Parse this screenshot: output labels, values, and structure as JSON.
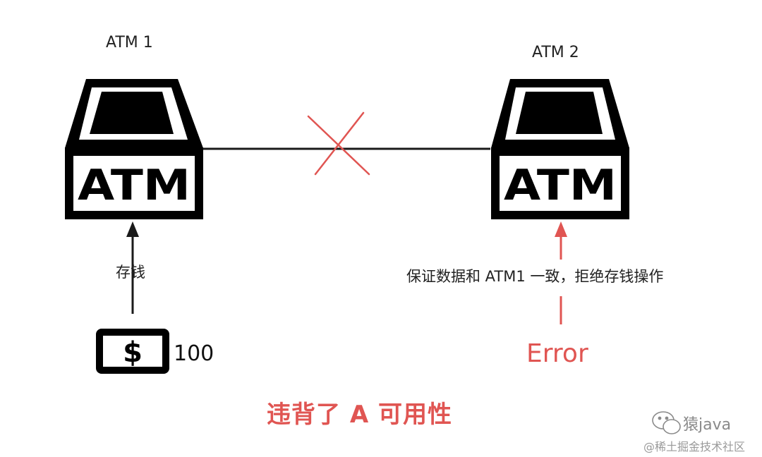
{
  "atm1": {
    "name": "ATM 1",
    "face_text": "ATM"
  },
  "atm2": {
    "name": "ATM 2",
    "face_text": "ATM"
  },
  "deposit": {
    "action": "存钱",
    "amount": "100",
    "symbol": "$"
  },
  "atm2_note": "保证数据和 ATM1 一致，拒绝存钱操作",
  "error_label": "Error",
  "conclusion": "违背了 A 可用性",
  "watermark": {
    "brand": "猿java",
    "site": "@稀土掘金技术社区",
    "icon": "wechat-icon"
  },
  "colors": {
    "ink": "#000000",
    "error_red": "#e05552",
    "gray": "#8a8a8a"
  }
}
